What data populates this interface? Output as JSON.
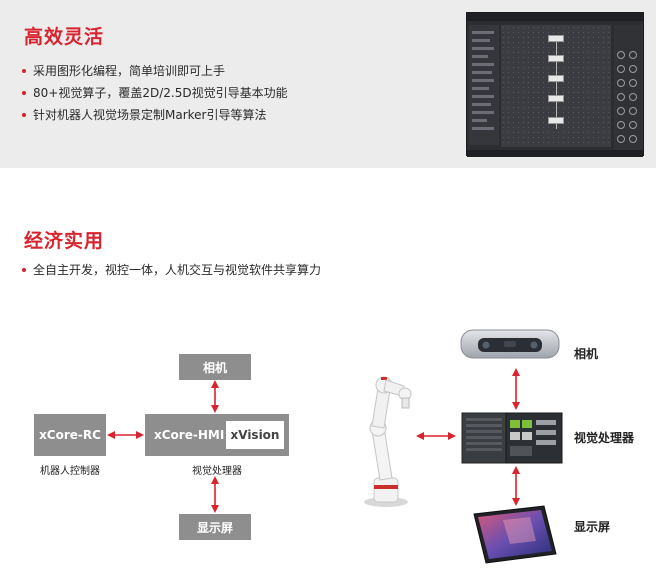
{
  "section1": {
    "title": "高效灵活",
    "bullets": [
      "采用图形化编程，简单培训即可上手",
      "80+视觉算子，覆盖2D/2.5D视觉引导基本功能",
      "针对机器人视觉场景定制Marker引导等算法"
    ]
  },
  "section2": {
    "title": "经济实用",
    "bullets": [
      "全自主开发，视控一体，人机交互与视觉软件共享算力"
    ]
  },
  "diagram": {
    "left": {
      "camera_box": "相机",
      "rc_box": "xCore-RC",
      "rc_caption": "机器人控制器",
      "hmi_box": "xCore-HMI",
      "xvision_box": "xVision",
      "hmi_caption": "视觉处理器",
      "display_box": "显示屏"
    },
    "right": {
      "camera_label": "相机",
      "processor_label": "视觉处理器",
      "display_label": "显示屏"
    }
  },
  "colors": {
    "accent": "#d9232e",
    "box_gray": "#8e8e8e",
    "section_bg": "#ececec"
  }
}
